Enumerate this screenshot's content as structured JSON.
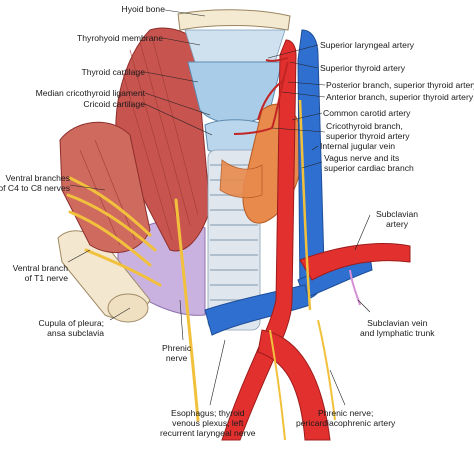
{
  "labels": {
    "hyoid_bone": "Hyoid bone",
    "thyrohyoid_membrane": "Thyrohyoid membrane",
    "thyroid_cartilage": "Thyroid cartilage",
    "median_cricothyroid_ligament": "Median cricothyroid ligament",
    "cricoid_cartilage": "Cricoid cartilage",
    "ventral_branches_c4_c8": [
      "Ventral branches",
      "of C4 to C8 nerves"
    ],
    "ventral_branch_t1": [
      "Ventral branch",
      "of T1 nerve"
    ],
    "cupula_of_pleura": [
      "Cupula of pleura;",
      "ansa subclavia"
    ],
    "phrenic_nerve_left": [
      "Phrenic",
      "nerve"
    ],
    "esophagus": [
      "Esophagus; thyroid",
      "venous plexus; left",
      "recurrent laryngeal nerve"
    ],
    "phrenic_nerve_pericardiacophrenic": [
      "Phrenic nerve;",
      "pericardiacophrenic artery"
    ],
    "superior_laryngeal_artery": "Superior laryngeal artery",
    "superior_thyroid_artery": "Superior thyroid artery",
    "posterior_branch": "Posterior branch, superior thyroid artery",
    "anterior_branch": "Anterior branch, superior thyroid artery",
    "common_carotid_artery": "Common carotid artery",
    "cricothyroid_branch": [
      "Cricothyroid branch,",
      "superior thyroid artery"
    ],
    "internal_jugular_vein": "Internal jugular vein",
    "vagus_nerve": [
      "Vagus nerve and its",
      "superior cardiac branch"
    ],
    "subclavian_artery": [
      "Subclavian",
      "artery"
    ],
    "subclavian_vein": [
      "Subclavian vein",
      "and lymphatic trunk"
    ]
  },
  "colors": {
    "artery": "#e2302f",
    "vein": "#2f6fd0",
    "muscle": "#c8544f",
    "cartilage": "#a9cde8",
    "nerve": "#f2c13c",
    "thyroid_gland": "#e98a4d",
    "pleura": "#b79ad2",
    "trachea": "#dfe6ee"
  }
}
